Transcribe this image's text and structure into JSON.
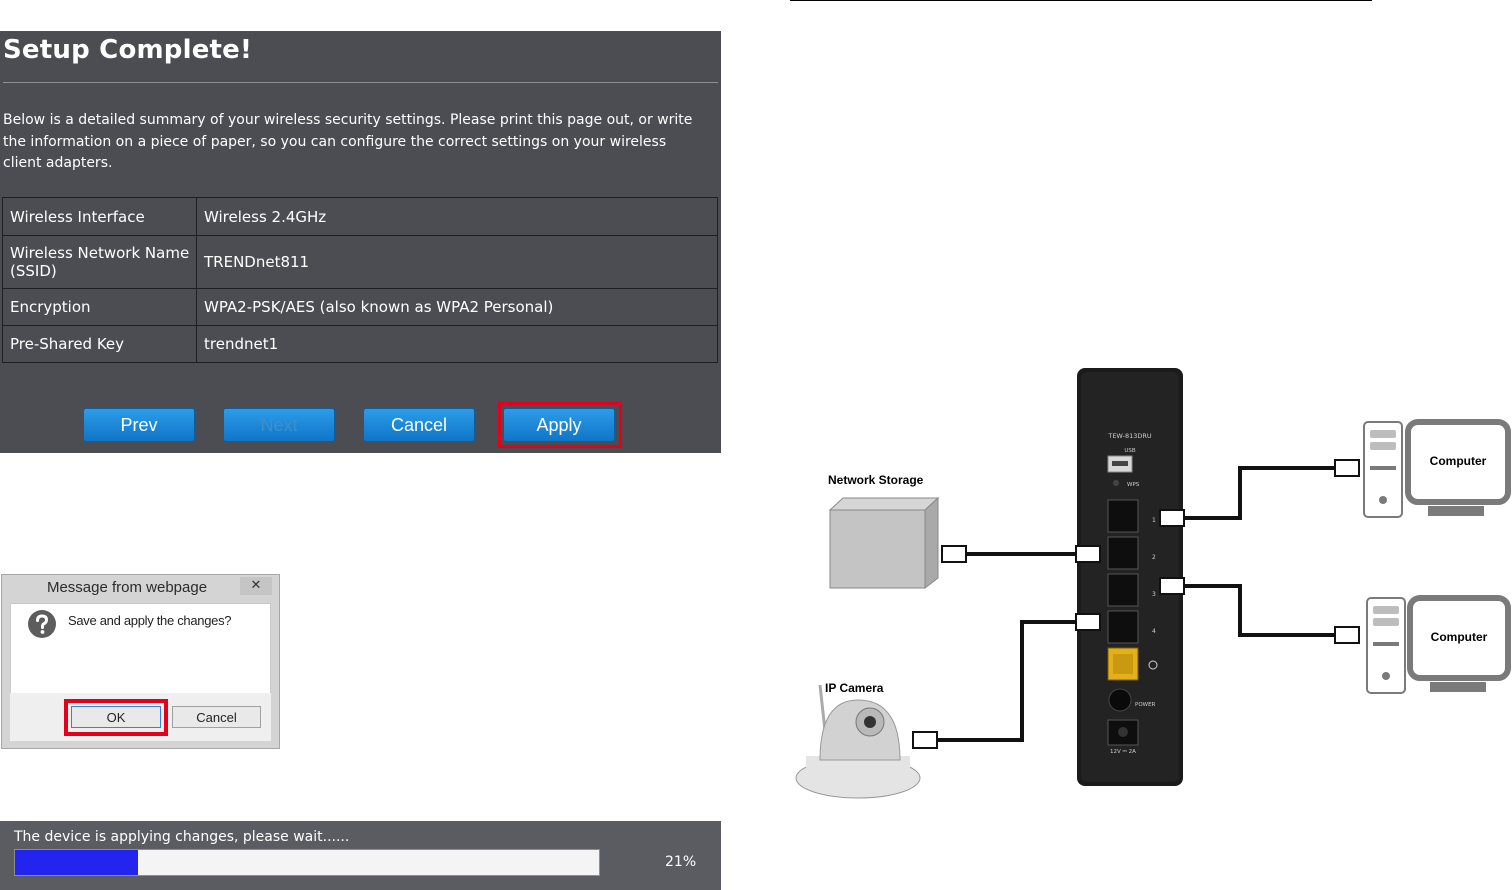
{
  "setup": {
    "title": "Setup Complete!",
    "description": "Below is a detailed summary of your wireless security settings. Please print this page out, or write the information on a piece of paper, so you can configure the correct settings on your wireless client adapters.",
    "rows": [
      {
        "label": "Wireless Interface",
        "value": "Wireless 2.4GHz"
      },
      {
        "label": "Wireless Network Name (SSID)",
        "value": "TRENDnet811"
      },
      {
        "label": "Encryption",
        "value": "WPA2-PSK/AES (also known as WPA2 Personal)"
      },
      {
        "label": "Pre-Shared Key",
        "value": "trendnet1"
      }
    ],
    "buttons": {
      "prev": "Prev",
      "next": "Next",
      "cancel": "Cancel",
      "apply": "Apply"
    }
  },
  "dialog": {
    "title": "Message from webpage",
    "close": "✕",
    "message": "Save and apply the changes?",
    "ok": "OK",
    "cancel": "Cancel"
  },
  "progress": {
    "message": "The device is applying changes, please wait......",
    "percent_label": "21%",
    "fraction": 0.21
  },
  "diagram": {
    "router_model": "TEW-813DRU",
    "port_usb": "USB",
    "port_wps": "WPS",
    "port_1": "1",
    "port_2": "2",
    "port_3": "3",
    "port_4": "4",
    "port_power": "POWER",
    "port_dc": "12V ⎓ 2A",
    "network_storage": "Network Storage",
    "ip_camera": "IP Camera",
    "computer_1": "Computer",
    "computer_2": "Computer"
  },
  "colors": {
    "panel_bg": "#4b4d52",
    "button_blue": "#1785d6",
    "highlight_red": "#e3001b",
    "progress_fill": "#2424ef"
  }
}
